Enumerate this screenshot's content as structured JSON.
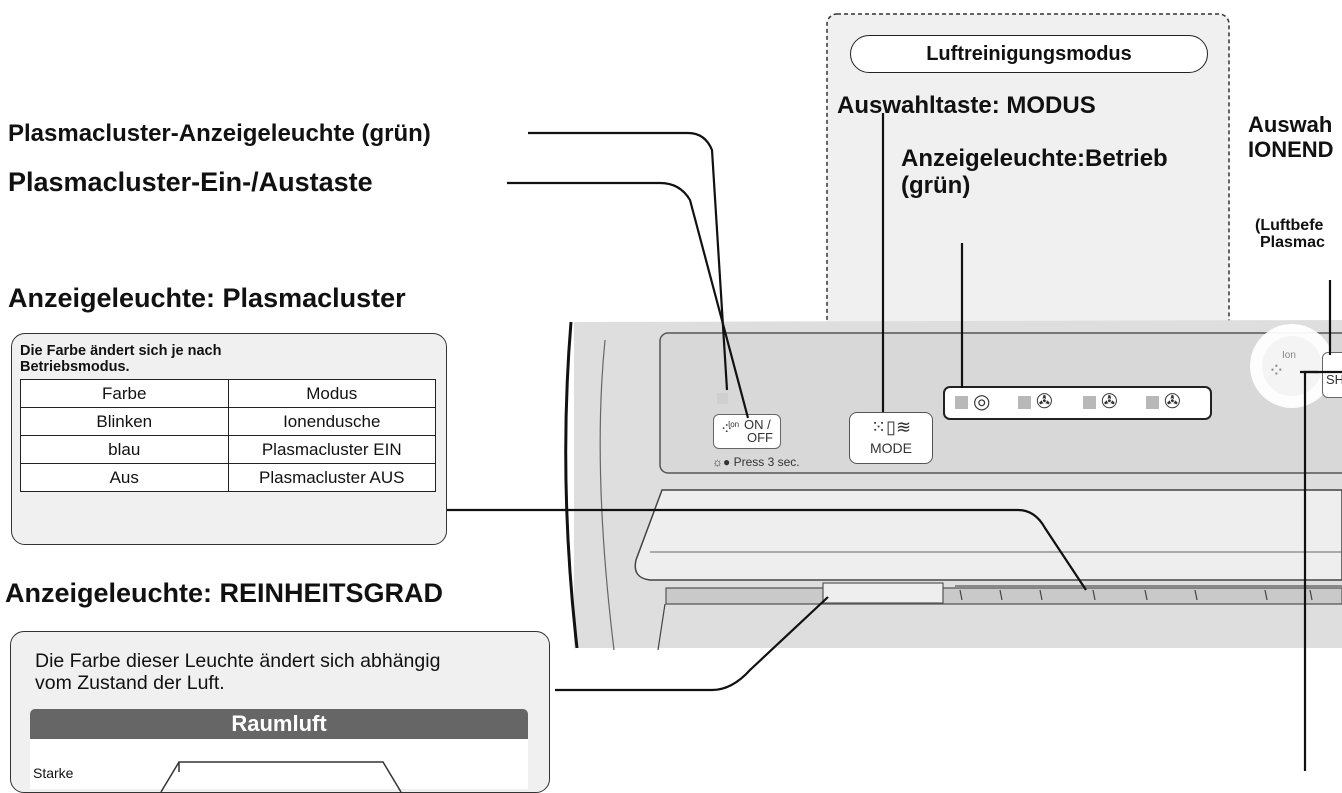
{
  "labels": {
    "pc_indicator": "Plasmacluster-Anzeigeleuchte (grün)",
    "pc_onoff": "Plasmacluster-Ein-/Austaste",
    "ind_pc_heading": "Anzeigeleuchte: Plasmacluster",
    "ind_purity_heading": "Anzeigeleuchte: REINHEITSGRAD",
    "mode_title": "Luftreinigungsmodus",
    "mode_select": "Auswahltaste: MODUS",
    "op_lamp_1": "Anzeigeleuchte:Betrieb",
    "op_lamp_2": "(grün)",
    "ion_select_1": "Auswah",
    "ion_select_2": "IONEND",
    "ion_note_1": "(Luftbefe",
    "ion_note_2": "Plasmac"
  },
  "pc_box": {
    "note_1": "Die Farbe ändert sich je nach",
    "note_2": "Betriebsmodus.",
    "headers": [
      "Farbe",
      "Modus"
    ],
    "rows": [
      [
        "Blinken",
        "Ionendusche"
      ],
      [
        "blau",
        "Plasmacluster EIN"
      ],
      [
        "Aus",
        "Plasmacluster AUS"
      ]
    ]
  },
  "purity_box": {
    "note_1": "Die Farbe dieser Leuchte ändert sich abhängig",
    "note_2": "vom Zustand der Luft",
    "note_end": ".",
    "header": "Raumluft",
    "partial": "Starke"
  },
  "device": {
    "onoff_1": "ON /",
    "onoff_2": "OFF",
    "ion_small": "Ion",
    "press_hint": "Press 3 sec.",
    "mode_btn": "MODE",
    "shower_btn": "SH",
    "ion_big": "Ion"
  },
  "icons": {
    "fan_modes": [
      "auto-swirl-icon",
      "fan-low-icon",
      "fan-mid-icon",
      "fan-high-icon"
    ]
  }
}
